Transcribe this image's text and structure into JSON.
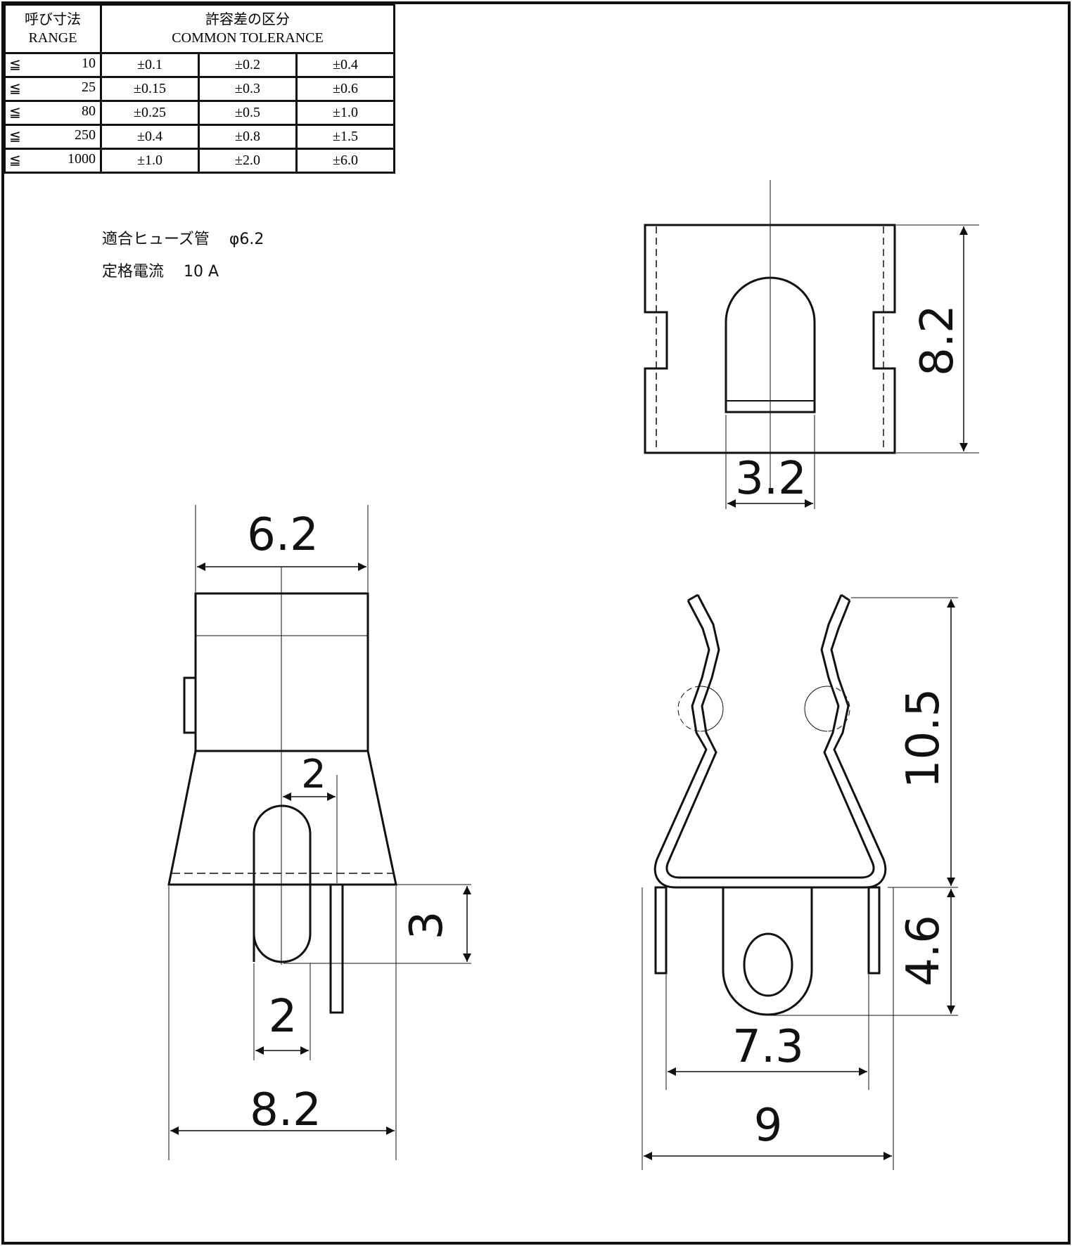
{
  "tolerance_table": {
    "header_range_jp": "呼び寸法",
    "header_range_en": "RANGE",
    "header_tol_jp": "許容差の区分",
    "header_tol_en": "COMMON TOLERANCE",
    "le_symbol": "≦",
    "rows": [
      {
        "range": "10",
        "t1": "±0.1",
        "t2": "±0.2",
        "t3": "±0.4"
      },
      {
        "range": "25",
        "t1": "±0.15",
        "t2": "±0.3",
        "t3": "±0.6"
      },
      {
        "range": "80",
        "t1": "±0.25",
        "t2": "±0.5",
        "t3": "±1.0"
      },
      {
        "range": "250",
        "t1": "±0.4",
        "t2": "±0.8",
        "t3": "±1.5"
      },
      {
        "range": "1000",
        "t1": "±1.0",
        "t2": "±2.0",
        "t3": "±6.0"
      }
    ]
  },
  "specs": {
    "fuse_label": "適合ヒューズ管",
    "fuse_value": "φ6.2",
    "current_label": "定格電流",
    "current_value": "10 A"
  },
  "dimensions": {
    "top_height": "8.2",
    "top_slot_width": "3.2",
    "side_top_width": "6.2",
    "side_pin_offset": "2",
    "side_slot_width": "2",
    "side_pin_length": "3",
    "side_base_width": "8.2",
    "front_height": "10.5",
    "front_pin_length": "4.6",
    "front_pin_span": "7.3",
    "front_base_width": "9"
  }
}
